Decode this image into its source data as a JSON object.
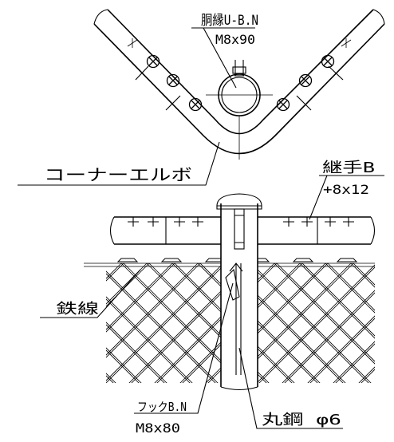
{
  "labels": {
    "u_bolt": "胴縁U-B.N",
    "u_bolt_size": "M8x90",
    "corner_elbow": "コーナーエルボ",
    "joint": "継手B",
    "joint_size": "+8x12",
    "iron_wire": "鉄線",
    "hook_bolt": "フックB.N",
    "hook_bolt_size": "M8x80",
    "round_steel": "丸鋼 φ6"
  }
}
